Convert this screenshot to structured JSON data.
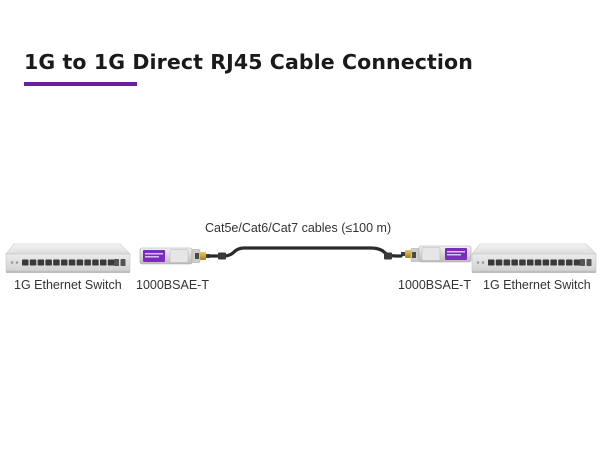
{
  "title": "1G to 1G Direct RJ45 Cable Connection",
  "colors": {
    "accent": "#6a1fa0",
    "module_label": "#7b2cbf",
    "cable": "#2b2b2b",
    "connector": "#c9a227"
  },
  "cable": {
    "label": "Cat5e/Cat6/Cat7 cables (≤100 m)"
  },
  "left": {
    "switch_label": "1G Ethernet Switch",
    "module_label": "1000BSAE-T"
  },
  "right": {
    "switch_label": "1G Ethernet Switch",
    "module_label": "1000BSAE-T"
  },
  "icons": {
    "switch": "network-switch-icon",
    "module": "sfp-module-icon",
    "cable": "rj45-cable-icon"
  }
}
